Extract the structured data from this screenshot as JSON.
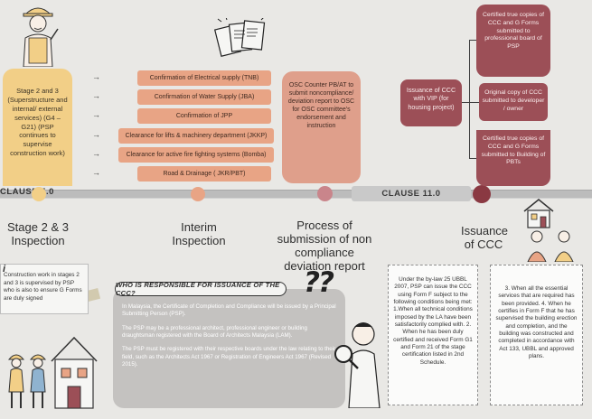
{
  "timeline": {
    "clause_left": "CLAUSE 5.0",
    "clause_right": "CLAUSE 11.0"
  },
  "stage_box": {
    "text": "Stage 2 and 3 (Superstructure and internal/ external services) (G4 – G21) (PSP continues to supervise construction work)"
  },
  "interim_items": [
    "Confirmation of Electrical supply (TNB)",
    "Confirmation of Water Supply (JBA)",
    "Confirmation of JPP",
    "Clearance for lifts & machinery department (JKKP)",
    "Clearance for active fire fighting systems (Bomba)",
    "Road & Drainage ( JKR/PBT)"
  ],
  "osc_box": {
    "text": "OSC Counter PB/AT to submit noncompliance/ deviation report to OSC for OSC committee's endorsement and instruction"
  },
  "ccc_boxes": {
    "vip": "Issuance of CCC with VIP (for housing project)",
    "professional": "Certified true copies of CCC and G Forms submitted to professional board of PSP",
    "developer": "Original copy of CCC submitted to developer / owner",
    "building": "Certified true copies of CCC and G Forms submitted to Building of PBTs"
  },
  "stage_labels": {
    "stage": "Stage 2 & 3 Inspection",
    "interim": "Interim Inspection",
    "process": "Process of submission of non compliance deviation report",
    "issuance": "Issuance of CCC"
  },
  "left_note": {
    "marker": "i",
    "text": "Construction work in stages 2 and 3 is supervised by PSP who is also to ensure G Forms are duly signed"
  },
  "who": {
    "heading": "WHO IS RESPONSIBLE FOR ISSUANCE OF THE CCC?",
    "paragraphs": [
      "In Malaysia, the Certificate of Completion and Compliance will be issued by a Principal Submitting Person (PSP).",
      "The PSP may be a professional architect, professional engineer or building draughtsman registered with the Board of Architects Malaysia (LAM).",
      "The PSP must be registered with their respective boards under the law relating to their field, such as the Architects Act 1967 or Registration of Engineers Act 1967 (Revised 2015)."
    ],
    "qmarks": "??"
  },
  "paper1": {
    "text": "Under the by-law 25 UBBL 2007, PSP can issue the CCC using Form F subject to the following conditions being met: 1.When all technical conditions imposed by the LA have been satisfactorily complied with. 2. When he has been duly certified and received Form G1 and Form 21 of the stage certification listed in 2nd Schedule."
  },
  "paper2": {
    "text": "3. When all the essential services that are required has been provided. 4. When he certifies in Form F that he has supervised the building erection and completion, and the building was constructed and completed in accordance with Act 133, UBBL and approved plans."
  },
  "colors": {
    "stage": "#f2cf87",
    "interim": "#e8a485",
    "osc": "#df9f8b",
    "ccc": "#9c4f57",
    "timeline": "#bcbcbc"
  }
}
